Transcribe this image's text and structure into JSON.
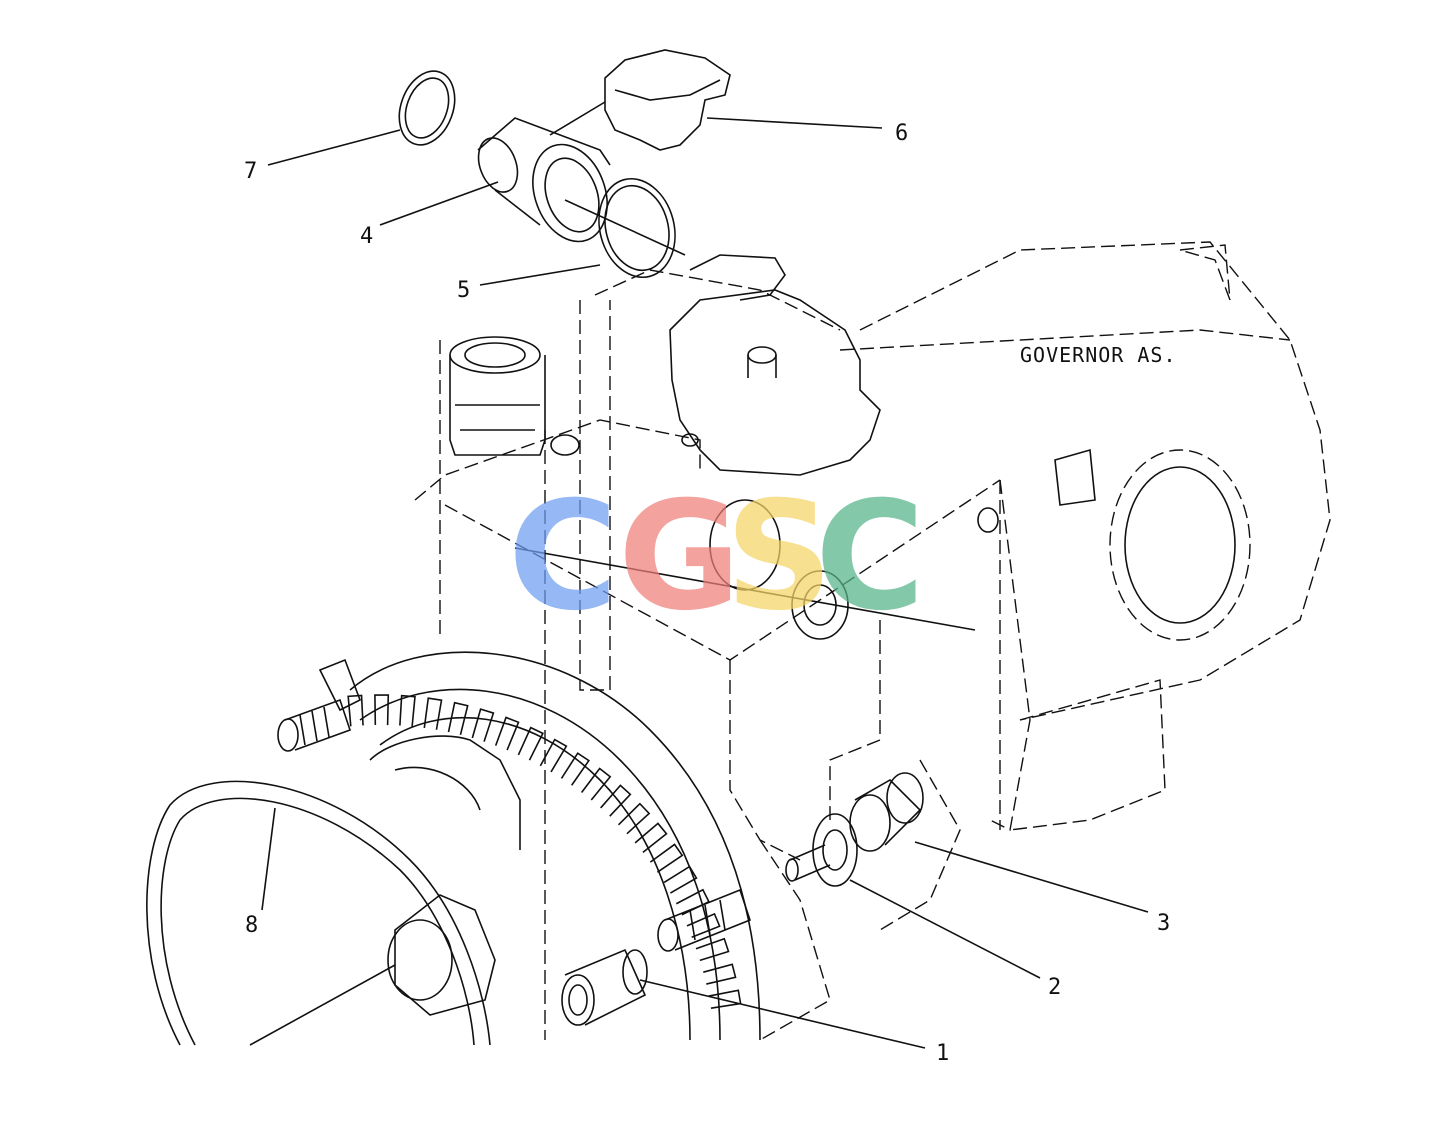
{
  "diagram": {
    "title_label": "GOVERNOR AS.",
    "callouts": [
      "1",
      "2",
      "3",
      "4",
      "5",
      "6",
      "7",
      "8"
    ]
  },
  "watermark": {
    "letters": [
      "C",
      "G",
      "S",
      "C"
    ],
    "colors": [
      "#6f9ef0",
      "#ef7f7a",
      "#f5d565",
      "#56b38a"
    ]
  }
}
